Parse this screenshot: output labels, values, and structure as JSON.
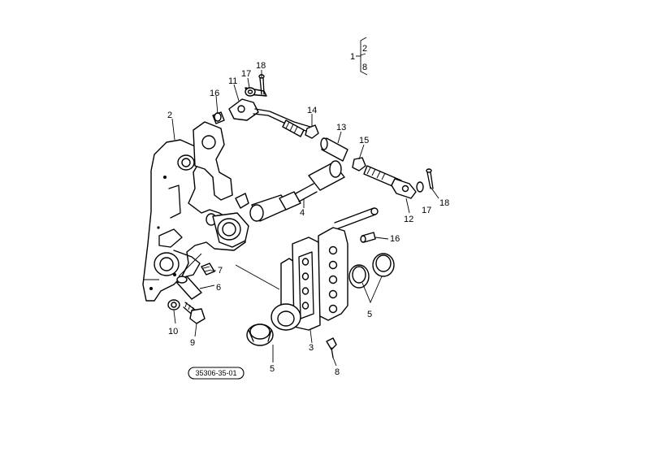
{
  "diagram": {
    "labels": {
      "l2": "2",
      "l16a": "16",
      "l11": "11",
      "l17a": "17",
      "l18a": "18",
      "l14": "14",
      "l13": "13",
      "l15": "15",
      "l17b": "17",
      "l18b": "18",
      "l12": "12",
      "l4": "4",
      "l16b": "16",
      "l7": "7",
      "l6": "6",
      "l10": "10",
      "l9": "9",
      "l5a": "5",
      "l3": "3",
      "l8": "8",
      "l5b": "5"
    },
    "legend": {
      "main": "1",
      "sub1": "2",
      "sub2": "8"
    },
    "reference_code": "35306-35-01"
  }
}
